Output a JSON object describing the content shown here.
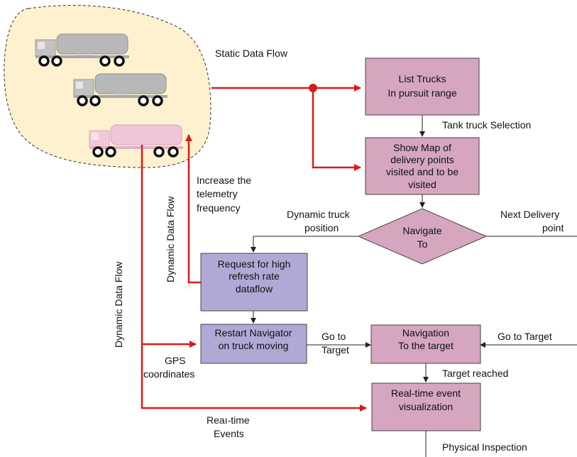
{
  "labels": {
    "static_flow": "Static Data Flow",
    "tank_selection": "Tank truck Selection",
    "increase_1": "Increase the",
    "increase_2": "telemetry",
    "increase_3": "frequency",
    "dynamic_flow_inner": "Dynamic Data Flow",
    "dynamic_flow_outer": "Dynamic Data Flow",
    "dyn_truck_1": "Dynamic truck",
    "dyn_truck_2": "position",
    "next_delivery_1": "Next Delivery",
    "next_delivery_2": "point",
    "go_to_1": "Go to",
    "go_to_2": "Target",
    "go_to_target_right": "Go to Target",
    "gps_1": "GPS",
    "gps_2": "coordinates",
    "target_reached": "Target reached",
    "realtime_events_1": "Reaı-time",
    "realtime_events_2": "Events",
    "physical_inspection": "Physical Inspection"
  },
  "boxes": {
    "list_trucks": [
      "List Trucks",
      "In pursuit range"
    ],
    "show_map": [
      "Show Map of",
      "delivery points",
      "visited and to be",
      "visited"
    ],
    "navigate_to": [
      "Navigate",
      "To"
    ],
    "request_high": [
      "Request for high",
      "refresh rate",
      "dataflow"
    ],
    "restart_nav": [
      "Restart Navigator",
      "on truck moving"
    ],
    "navigation_target": [
      "Navigation",
      "To the target"
    ],
    "realtime_vis": [
      "Real-time event",
      "visualization"
    ]
  },
  "colors": {
    "pink_box": "#d6a6c0",
    "purple_box": "#b2a8d6",
    "cloud_fill": "#fdf1cf",
    "red_flow": "#d81b1b",
    "line": "#222222",
    "truck_grey": "#b8b8b8",
    "truck_pink": "#efc6d8"
  }
}
